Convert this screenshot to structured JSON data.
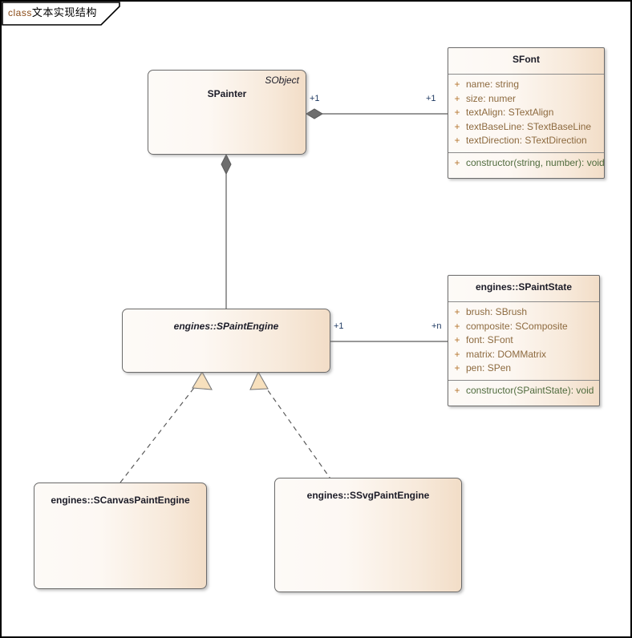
{
  "frame": {
    "tab_keyword": "class",
    "tab_title": "文本实现结构"
  },
  "classes": {
    "spainter": {
      "name": "SPainter",
      "stereotype": "SObject",
      "abstract": false
    },
    "sfont": {
      "name": "SFont",
      "abstract": false,
      "attributes": [
        {
          "visibility": "+",
          "text": "name: string"
        },
        {
          "visibility": "+",
          "text": "size: numer"
        },
        {
          "visibility": "+",
          "text": "textAlign: STextAlign"
        },
        {
          "visibility": "+",
          "text": "textBaseLine: STextBaseLine"
        },
        {
          "visibility": "+",
          "text": "textDirection: STextDirection"
        }
      ],
      "operations": [
        {
          "visibility": "+",
          "text": "constructor(string, number): void"
        }
      ]
    },
    "spaintengine": {
      "name": "engines::SPaintEngine",
      "abstract": true
    },
    "spaintstate": {
      "name": "engines::SPaintState",
      "abstract": false,
      "attributes": [
        {
          "visibility": "+",
          "text": "brush: SBrush"
        },
        {
          "visibility": "+",
          "text": "composite: SComposite"
        },
        {
          "visibility": "+",
          "text": "font: SFont"
        },
        {
          "visibility": "+",
          "text": "matrix: DOMMatrix"
        },
        {
          "visibility": "+",
          "text": "pen: SPen"
        }
      ],
      "operations": [
        {
          "visibility": "+",
          "text": "constructor(SPaintState): void"
        }
      ]
    },
    "scanvaspaintengine": {
      "name": "engines::SCanvasPaintEngine",
      "abstract": false
    },
    "ssvgpaintengine": {
      "name": "engines::SSvgPaintEngine",
      "abstract": false
    }
  },
  "relationships": {
    "painter_font": {
      "type": "composition",
      "source_multiplicity": "+1",
      "target_multiplicity": "+1"
    },
    "painter_engine": {
      "type": "composition",
      "source_multiplicity": "",
      "target_multiplicity": ""
    },
    "engine_state": {
      "type": "association",
      "source_multiplicity": "+1",
      "target_multiplicity": "+n"
    },
    "canvas_realizes": {
      "type": "realization"
    },
    "svg_realizes": {
      "type": "realization"
    }
  },
  "colors": {
    "box_fill_light": "#fdfaf7",
    "box_fill_dark": "#f2ddc7",
    "box_border": "#6b6b6b",
    "frame_border": "#000000",
    "visibility_marker": "#b5762f",
    "attribute_text": "#8d6a3f",
    "method_text": "#4f6b3d",
    "multiplicity_text": "#1f3a63",
    "connector_line": "#5a5a5a",
    "diamond_fill": "#6e6e6e",
    "triangle_fill": "#f7e0bd"
  }
}
